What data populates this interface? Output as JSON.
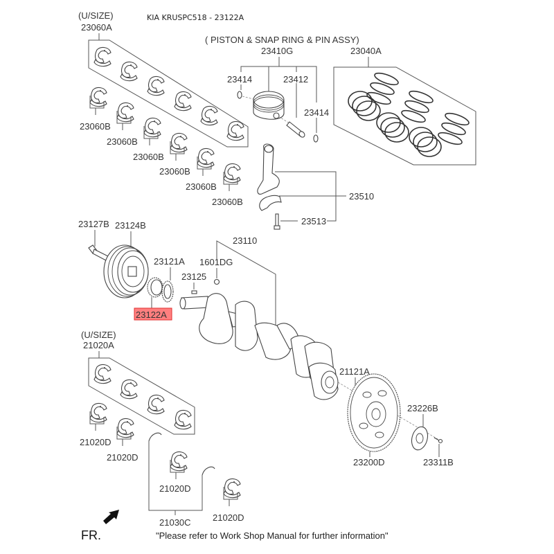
{
  "header": {
    "title": "KIA KRUSPC518 - 23122A"
  },
  "groups": {
    "upper_bearing_set": {
      "note": "(U/SIZE)",
      "part": "23060A"
    },
    "upper_bearings": [
      "23060B",
      "23060B",
      "23060B",
      "23060B",
      "23060B",
      "23060B"
    ],
    "piston_assy": {
      "note": "( PISTON & SNAP RING & PIN ASSY)",
      "part": "23410G"
    },
    "snap_ring_left": "23414",
    "piston_pin": "23412",
    "snap_ring_right": "23414",
    "piston_rings": "23040A",
    "connecting_rod": "23510",
    "rod_bolt": "23513",
    "pulley_bolt": "23127B",
    "damper_pulley": "23124B",
    "crank_sprocket_plate": "23121A",
    "crank_sprocket": "23122A",
    "woodruff_key": "23125",
    "plug": "1601DG",
    "crankshaft": "23110",
    "lower_bearing_set": {
      "note": "(U/SIZE)",
      "part": "21020A"
    },
    "lower_bearings": [
      "21020D",
      "21020D",
      "21020D",
      "21020D"
    ],
    "thrust_washer": "21030C",
    "dowel_pin": "21121A",
    "flywheel": "23200D",
    "adapter_plate": "23226B",
    "flywheel_bolt": "23311B"
  },
  "highlight": {
    "part": "23122A",
    "fill_color": "#ff7f7f",
    "border_color": "#e03030"
  },
  "footer": {
    "front_label": "FR.",
    "note": "\"Please refer to Work Shop Manual for further information\""
  }
}
